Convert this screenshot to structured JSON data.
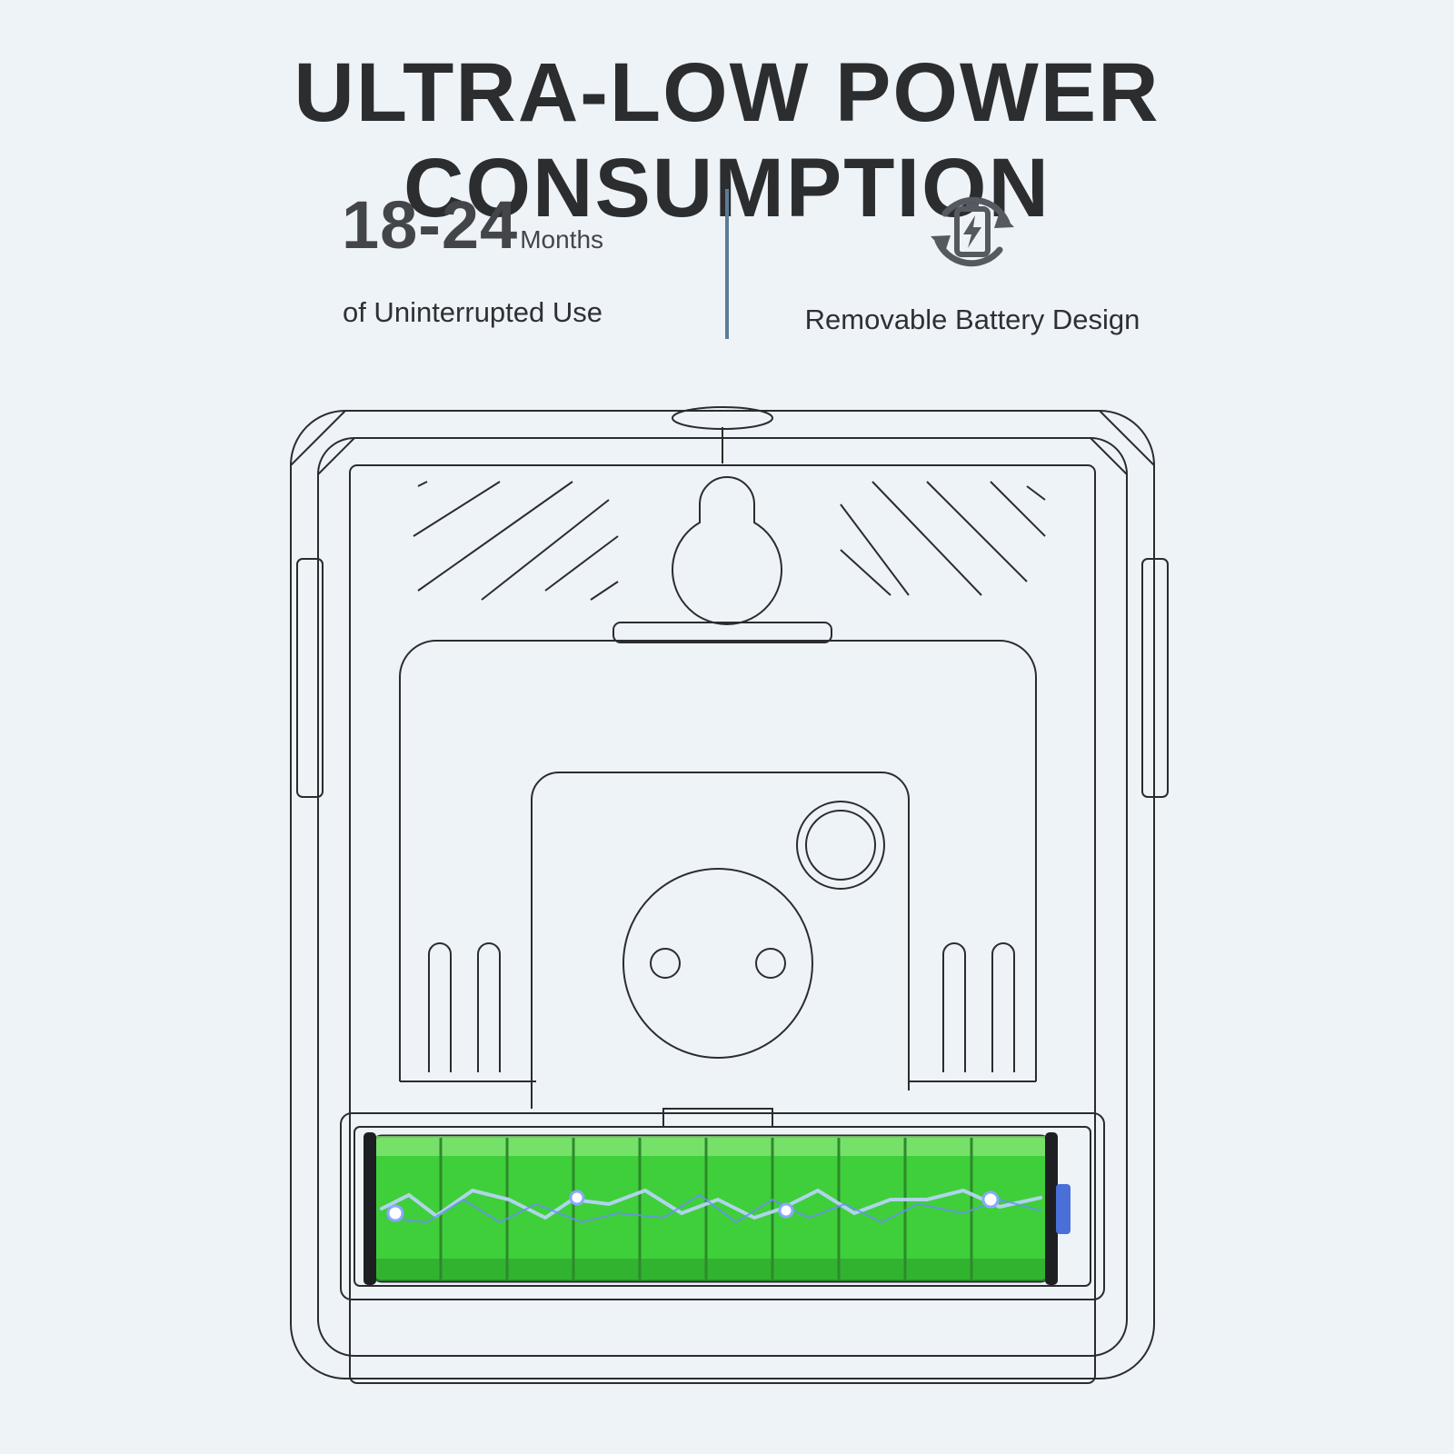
{
  "header": {
    "title": "ULTRA-LOW POWER CONSUMPTION"
  },
  "features": {
    "duration": {
      "value": "18-24",
      "unit": "Months",
      "caption": "of Uninterrupted Use"
    },
    "battery": {
      "icon": "battery-recycle-icon",
      "caption": "Removable Battery Design"
    }
  },
  "device": {
    "illustration": "device-back-line-drawing",
    "battery_cells": 10
  },
  "colors": {
    "background": "#eef3f8",
    "title": "#2c2d2f",
    "divider": "#5d7b97",
    "battery_green": "#3fcf3a",
    "line": "#2a2c30"
  }
}
